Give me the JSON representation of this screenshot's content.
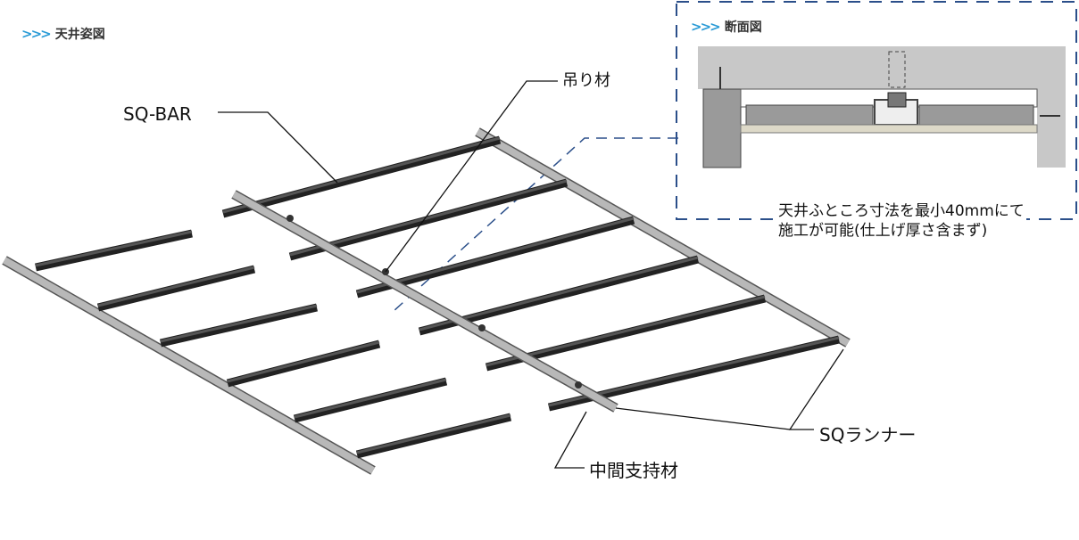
{
  "left_title": {
    "chevrons": ">>>",
    "text": "天井姿図"
  },
  "section_title": {
    "chevrons": ">>>",
    "text": "断面図"
  },
  "labels": {
    "sq_bar": "SQ-BAR",
    "hanger": "吊り材",
    "runner": "SQランナー",
    "middle_support": "中間支持材"
  },
  "note": {
    "line1": "天井ふところ寸法を最小40mmにて",
    "line2": "施工が可能(仕上げ厚さ含まず)"
  },
  "colors": {
    "accent": "#2a9bd6",
    "dash": "#2b4f8a",
    "bar": "#3a3a3a",
    "runner": "#b8b8b8"
  }
}
